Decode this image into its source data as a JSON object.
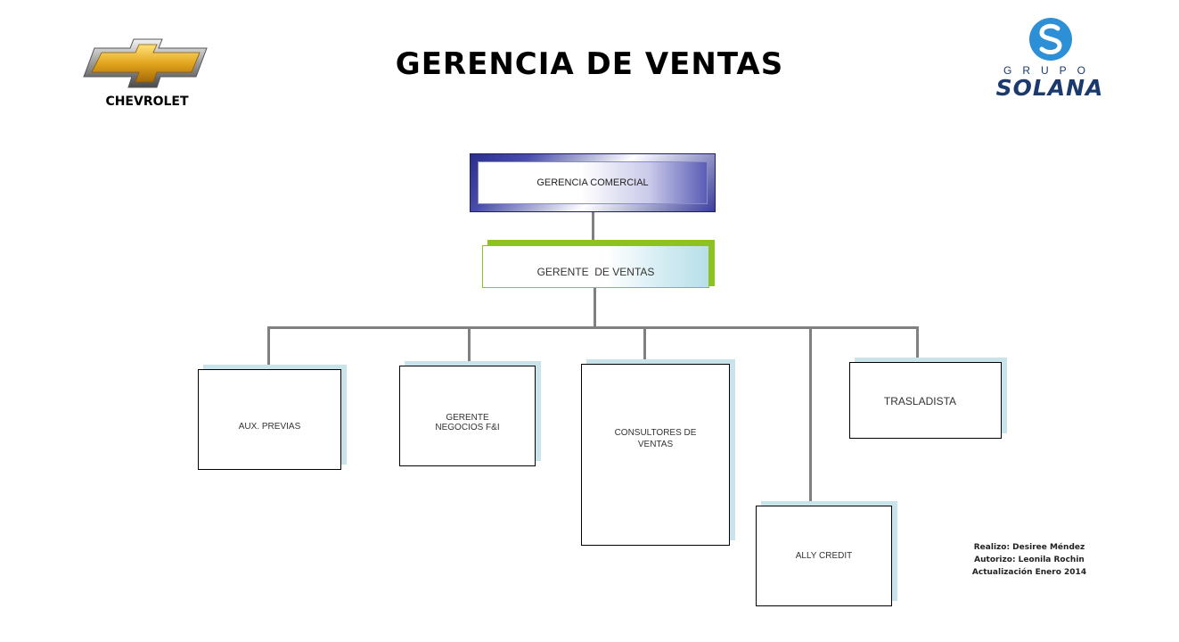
{
  "title": "GERENCIA DE VENTAS",
  "logos": {
    "chevrolet_text": "CHEVROLET",
    "grupo_text": "GRUPO",
    "solana_text": "SOLANA"
  },
  "org": {
    "gerencia_comercial": "GERENCIA COMERCIAL",
    "gerente_ventas": "GERENTE  DE VENTAS",
    "aux_previas": "AUX. PREVIAS",
    "gerente_negocios_l1": "GERENTE",
    "gerente_negocios_l2": "NEGOCIOS F&I",
    "consultores_l1": "CONSULTORES DE",
    "consultores_l2": "VENTAS",
    "ally_credit": "ALLY CREDIT",
    "trasladista": "TRASLADISTA"
  },
  "credits": {
    "realizo": "Realizo: Desiree Méndez",
    "autorizo": "Autorizo: Leonila Rochin",
    "actualizacion": "Actualización Enero 2014"
  },
  "colors": {
    "connector": "#808080",
    "box_shadow": "#c9e3ea",
    "gerente_accent": "#8dc21f",
    "comercial_accent": "#2c2f8a",
    "solana_blue": "#1a3a6e"
  }
}
